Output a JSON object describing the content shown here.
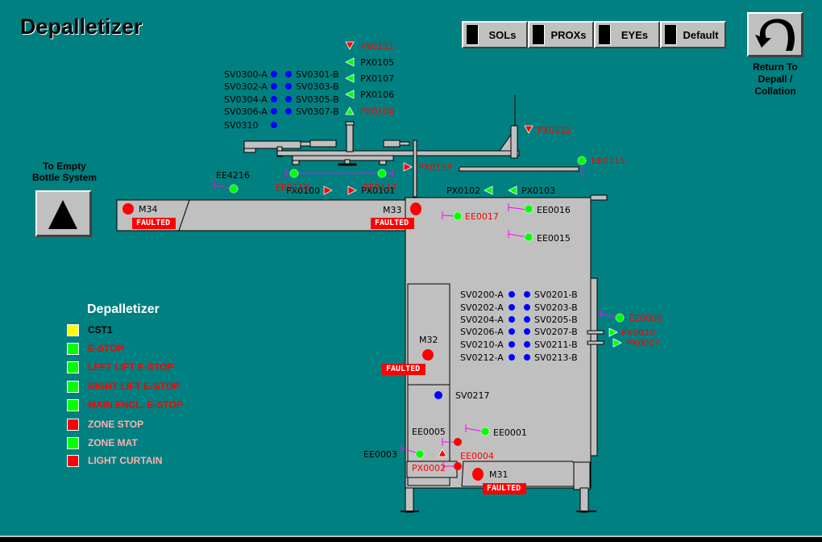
{
  "header": {
    "title": "Depalletizer"
  },
  "toolbar": {
    "buttons": [
      {
        "label": "SOLs"
      },
      {
        "label": "PROXs"
      },
      {
        "label": "EYEs"
      },
      {
        "label": "Default"
      }
    ]
  },
  "nav": {
    "return_label_1": "Return To",
    "return_label_2": "Depall /",
    "return_label_3": "Collation",
    "empty_label_1": "To Empty",
    "empty_label_2": "Bottle System"
  },
  "colors": {
    "background": "#008080",
    "machine": "#c0c0c0",
    "fault": "#ff0000",
    "ok": "#00ff00",
    "solenoid": "#0000ff",
    "bracket": "#ff00ff"
  },
  "motors": [
    {
      "id": "M34",
      "status": "FAULTED"
    },
    {
      "id": "M33",
      "status": "FAULTED"
    },
    {
      "id": "M32",
      "status": "FAULTED"
    },
    {
      "id": "M31",
      "status": "FAULTED"
    }
  ],
  "solenoids_top": {
    "left": [
      "SV0300-A",
      "SV0302-A",
      "SV0304-A",
      "SV0306-A",
      "SV0310"
    ],
    "right": [
      "SV0301-B",
      "SV0303-B",
      "SV0305-B",
      "SV0307-B"
    ]
  },
  "solenoids_mid": {
    "left": [
      "SV0200-A",
      "SV0202-A",
      "SV0204-A",
      "SV0206-A",
      "SV0210-A",
      "SV0212-A"
    ],
    "right": [
      "SV0201-B",
      "SV0203-B",
      "SV0205-B",
      "SV0207-B",
      "SV0211-B",
      "SV0213-B"
    ]
  },
  "solenoid_single": "SV0217",
  "prox": {
    "PX0111": {
      "label": "PX0111",
      "state": "fault"
    },
    "PX0105": {
      "label": "PX0105",
      "state": "ok"
    },
    "PX0107": {
      "label": "PX0107",
      "state": "ok"
    },
    "PX0106": {
      "label": "PX0106",
      "state": "ok"
    },
    "PX0104": {
      "label": "PX0104",
      "state": "fault"
    },
    "PX0112": {
      "label": "PX0112",
      "state": "fault"
    },
    "PX0113": {
      "label": "PX0113",
      "state": "fault"
    },
    "PX0100": {
      "label": "PX0100",
      "state": "fault"
    },
    "PX0101": {
      "label": "PX0101",
      "state": "fault"
    },
    "PX0102": {
      "label": "PX0102",
      "state": "ok"
    },
    "PX0103": {
      "label": "PX0103",
      "state": "ok"
    },
    "PX0010": {
      "label": "PX0010",
      "state": "fault"
    },
    "PX0007": {
      "label": "PX0007",
      "state": "fault"
    },
    "PX0002": {
      "label": "PX0002",
      "state": "fault"
    }
  },
  "eyes": {
    "EE4216": {
      "label": "EE4216",
      "state": "ok"
    },
    "EE0116": {
      "label": "EE0116",
      "state": "fault"
    },
    "EE0117": {
      "label": "EE0117",
      "state": "fault"
    },
    "EE0115": {
      "label": "EE0115",
      "state": "fault"
    },
    "EE0017": {
      "label": "EE0017",
      "state": "fault"
    },
    "EE0016": {
      "label": "EE0016",
      "state": "ok"
    },
    "EE0015": {
      "label": "EE0015",
      "state": "ok"
    },
    "EE0006": {
      "label": "EE0006",
      "state": "fault"
    },
    "EE0001": {
      "label": "EE0001",
      "state": "ok"
    },
    "EE0005": {
      "label": "EE0005",
      "state": "ok"
    },
    "EE0003": {
      "label": "EE0003",
      "state": "ok"
    },
    "EE0004": {
      "label": "EE0004",
      "state": "fault"
    }
  },
  "legend": {
    "title": "Depalletizer",
    "items": [
      {
        "label": "CST1",
        "box": "#ffff00",
        "text": "#000000"
      },
      {
        "label": "E-STOP",
        "box": "#00ff00",
        "text": "#ff0000"
      },
      {
        "label": "LEFT LIFT E-STOP",
        "box": "#00ff00",
        "text": "#ff0000"
      },
      {
        "label": "RIGHT LIFT E-STOP",
        "box": "#00ff00",
        "text": "#ff0000"
      },
      {
        "label": "MAIN ENCL. E-STOP",
        "box": "#00ff00",
        "text": "#ff0000"
      },
      {
        "label": "ZONE STOP",
        "box": "#ff0000",
        "text": "#ffb0b0"
      },
      {
        "label": "ZONE MAT",
        "box": "#00ff00",
        "text": "#ffb0b0"
      },
      {
        "label": "LIGHT CURTAIN",
        "box": "#ff0000",
        "text": "#ffb0b0"
      }
    ]
  }
}
